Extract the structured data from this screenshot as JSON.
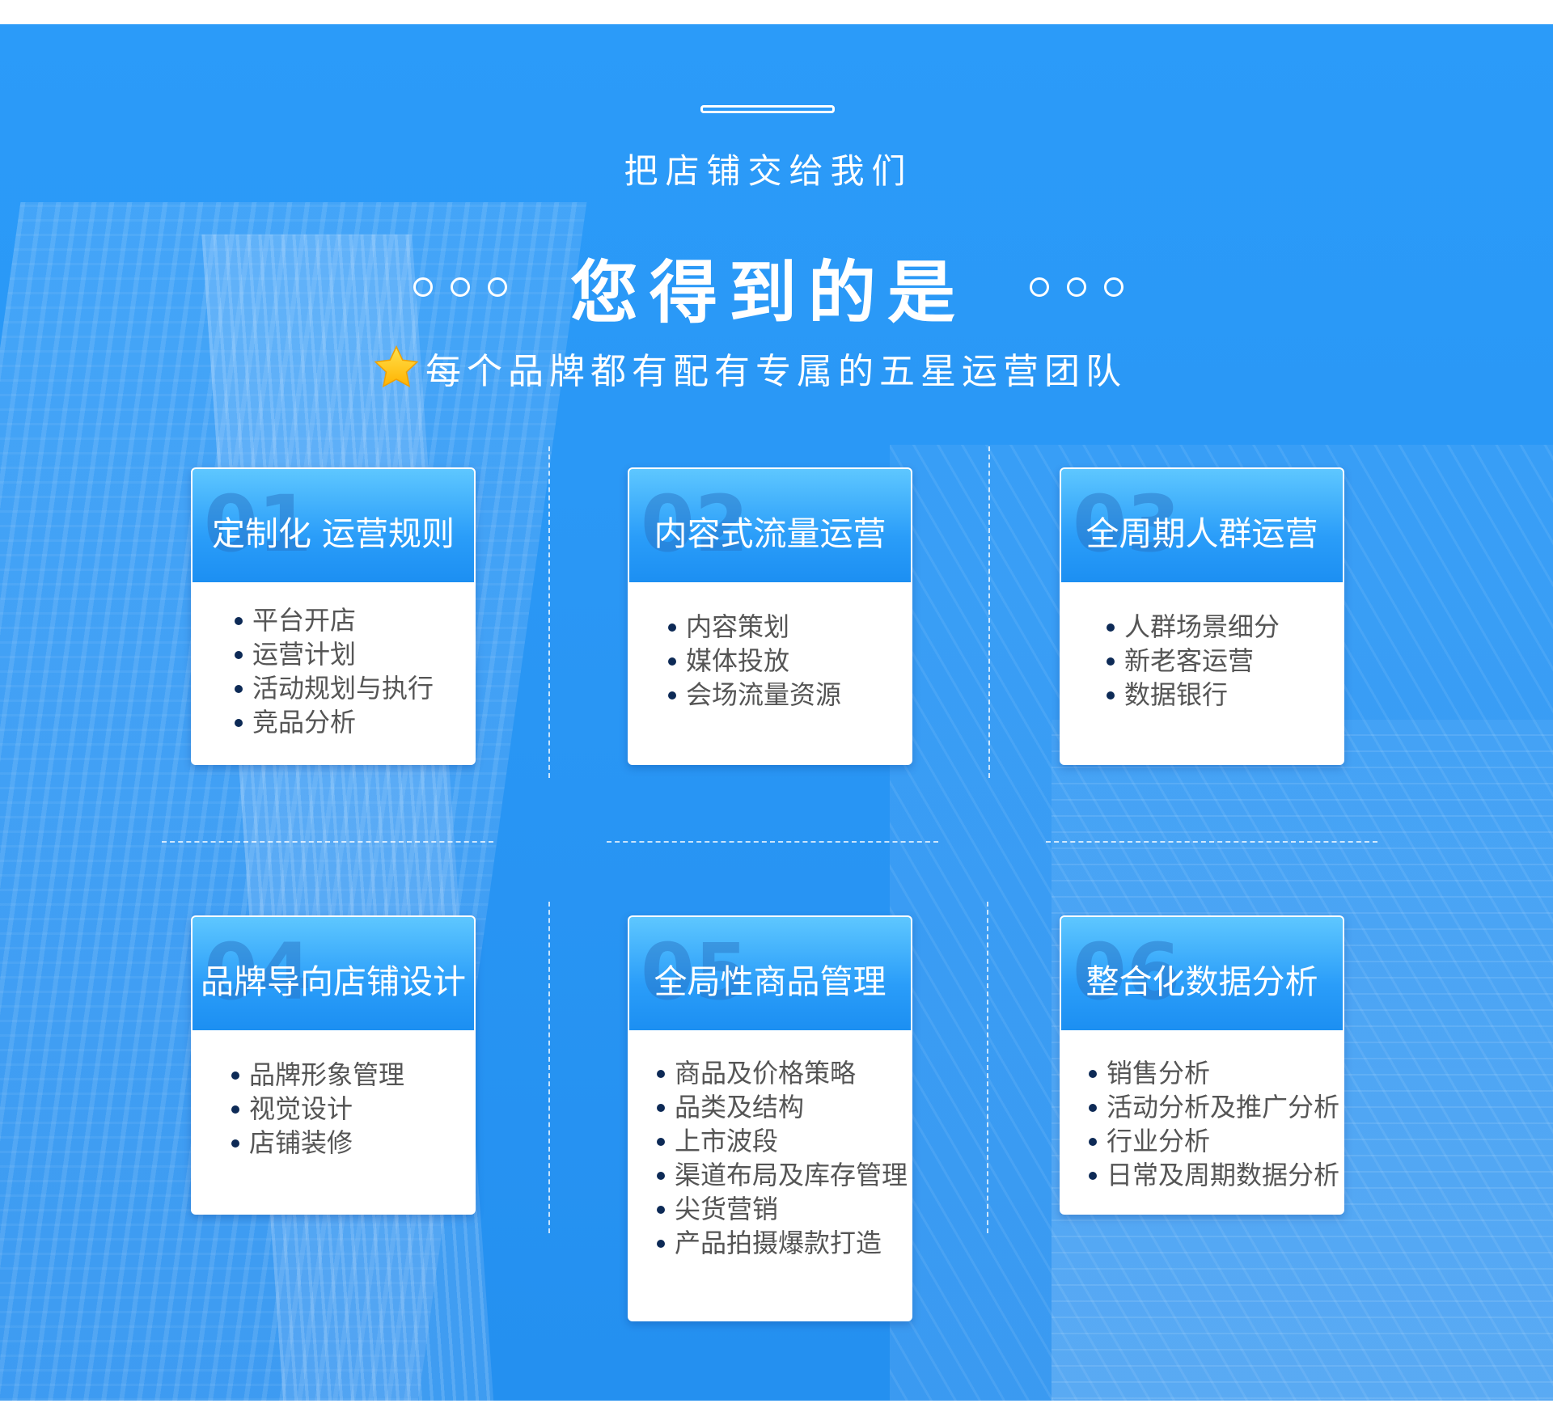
{
  "header": {
    "intro": "把店铺交给我们",
    "headline": "您得到的是",
    "subline": "每个品牌都有配有专属的五星运营团队"
  },
  "colors": {
    "background": "#2b9bf9",
    "card_header": "#2a9df9",
    "text_body": "#555555",
    "bullet": "#0d2a56",
    "star": "#ffc400"
  },
  "cards": [
    {
      "number": "01",
      "title": "定制化 运营规则",
      "items": [
        "平台开店",
        "运营计划",
        "活动规划与执行",
        "竞品分析"
      ]
    },
    {
      "number": "02",
      "title": "内容式流量运营",
      "items": [
        "内容策划",
        "媒体投放",
        "会场流量资源"
      ]
    },
    {
      "number": "03",
      "title": "全周期人群运营",
      "items": [
        "人群场景细分",
        "新老客运营",
        "数据银行"
      ]
    },
    {
      "number": "04",
      "title": "品牌导向店铺设计",
      "items": [
        "品牌形象管理",
        "视觉设计",
        "店铺装修"
      ]
    },
    {
      "number": "05",
      "title": "全局性商品管理",
      "items": [
        "商品及价格策略",
        "品类及结构",
        "上市波段",
        "渠道布局及库存管理",
        "尖货营销",
        "产品拍摄爆款打造"
      ]
    },
    {
      "number": "06",
      "title": "整合化数据分析",
      "items": [
        " 销售分析",
        "活动分析及推广分析",
        "行业分析",
        "日常及周期数据分析"
      ]
    }
  ]
}
